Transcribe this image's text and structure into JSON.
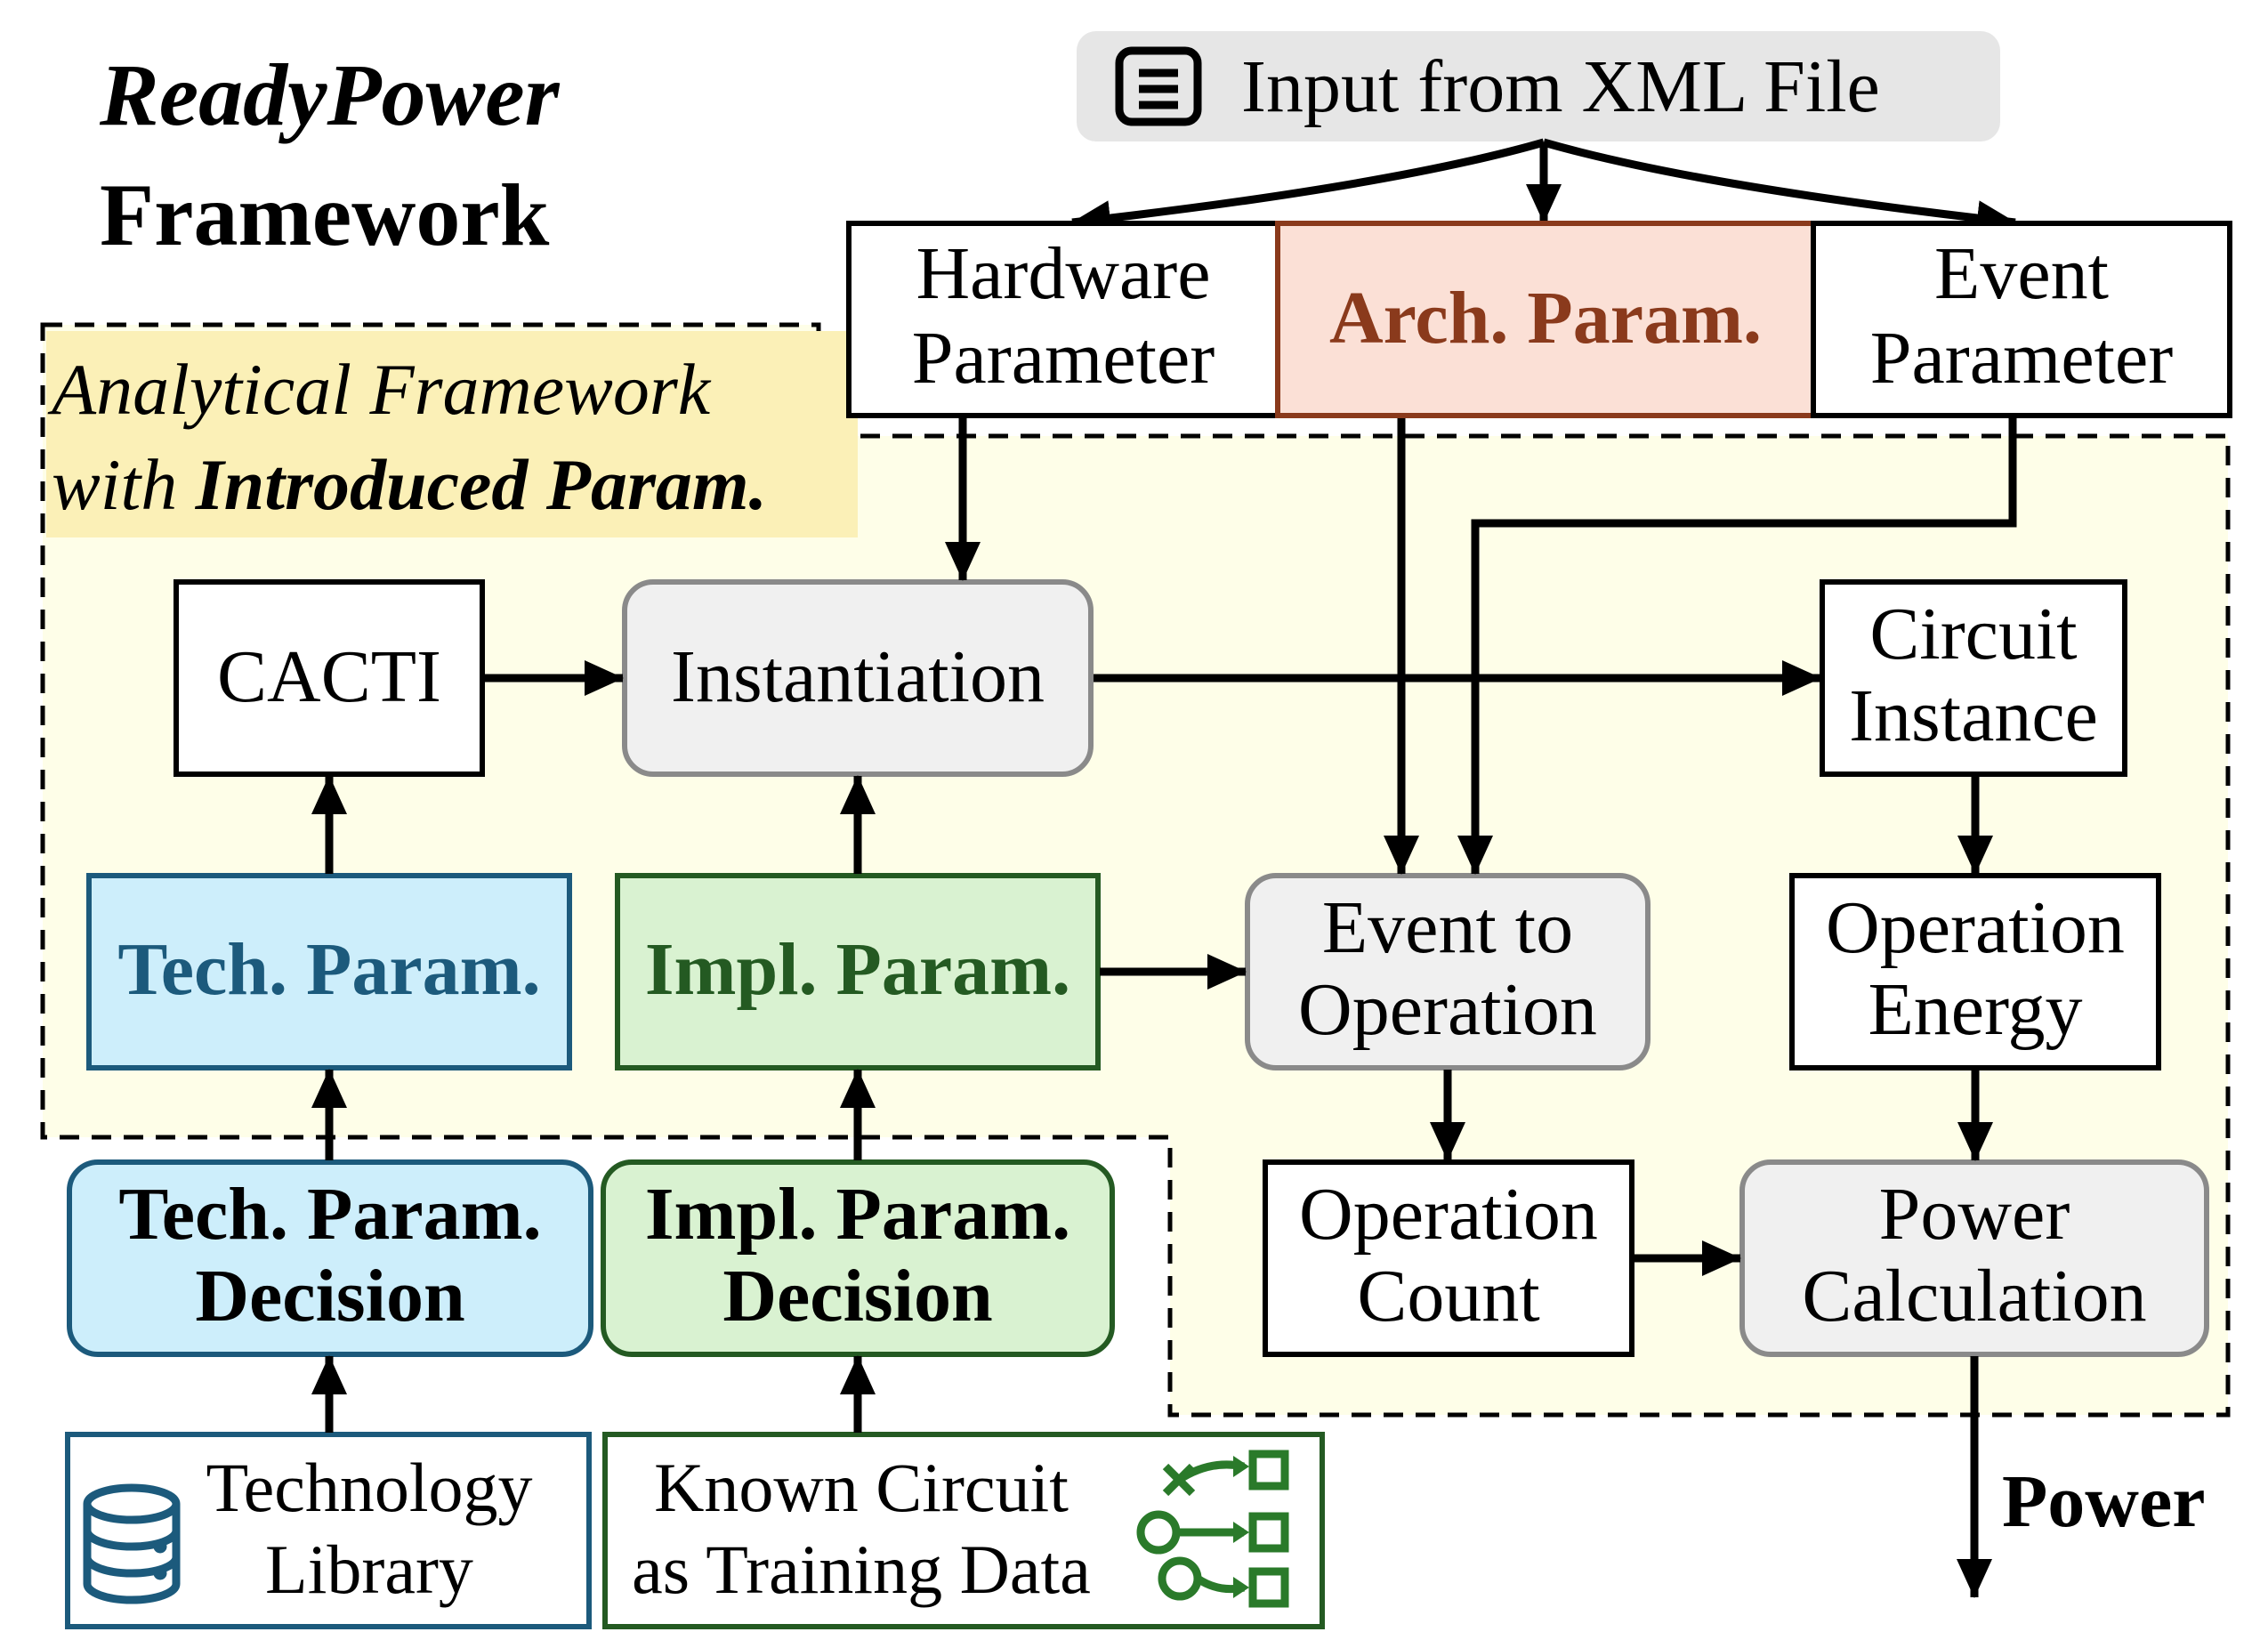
{
  "title": {
    "line1": "ReadyPower",
    "line2": "Framework"
  },
  "analytical_label": {
    "line1": "Analytical Framework",
    "line2_prefix": "with ",
    "line2_bold": "Introduced Param."
  },
  "xml_input": {
    "label": "Input from XML File",
    "icon": "document-lines-icon"
  },
  "params": {
    "hardware": [
      "Hardware",
      "Parameter"
    ],
    "arch": "Arch. Param.",
    "event": [
      "Event",
      "Parameter"
    ]
  },
  "blocks": {
    "cacti": "CACTI",
    "instantiation": "Instantiation",
    "circuit_instance": [
      "Circuit",
      "Instance"
    ],
    "tech_param": "Tech. Param.",
    "impl_param": "Impl. Param.",
    "event_to_operation": [
      "Event to",
      "Operation"
    ],
    "operation_energy": [
      "Operation",
      "Energy"
    ],
    "tech_decision": [
      "Tech. Param.",
      "Decision"
    ],
    "impl_decision": [
      "Impl. Param.",
      "Decision"
    ],
    "operation_count": [
      "Operation",
      "Count"
    ],
    "power_calculation": [
      "Power",
      "Calculation"
    ],
    "technology_library": [
      "Technology",
      "Library"
    ],
    "known_circuit": [
      "Known Circuit",
      "as Training Data"
    ]
  },
  "output_label": "Power",
  "icons": {
    "database": "database-icon",
    "training_data": "circuit-training-icon"
  },
  "colors": {
    "analytical_bg": "#fefee8",
    "label_highlight": "#fbf0b7",
    "arch_fill": "#fbe0d6",
    "arch_stroke": "#8a3a1c",
    "tech_fill": "#cdeefb",
    "tech_stroke": "#1c5a7c",
    "impl_fill": "#d9f2d1",
    "impl_stroke": "#245a22",
    "gray_fill": "#f0f0f0",
    "gray_stroke": "#8a8a8a",
    "xml_fill": "#e6e6e6"
  }
}
